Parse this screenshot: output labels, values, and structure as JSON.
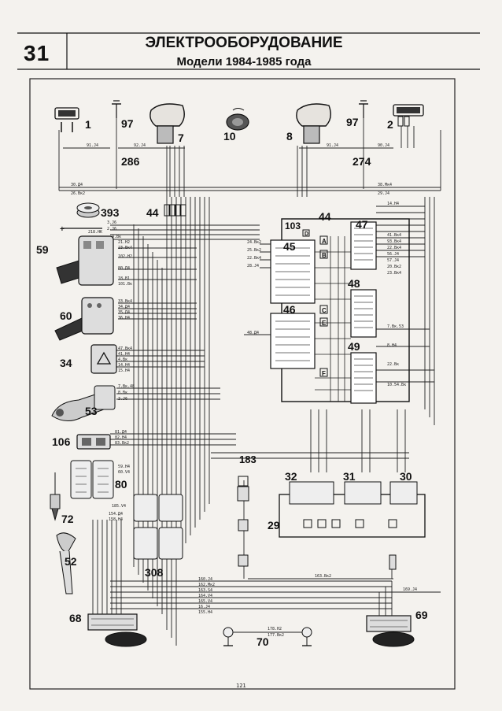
{
  "header": {
    "page_number": "31",
    "title": "ЭЛЕКТРООБОРУДОВАНИЕ",
    "subtitle": "Модели 1984-1985 года"
  },
  "components": {
    "c1": "1",
    "c97a": "97",
    "c7": "7",
    "c10": "10",
    "c8": "8",
    "c97b": "97",
    "c2": "2",
    "c286": "286",
    "c274": "274",
    "c393": "393",
    "c44a": "44",
    "c44b": "44",
    "c103": "103",
    "c47": "47",
    "c45": "45",
    "c59": "59",
    "c48": "48",
    "c46": "46",
    "c60": "60",
    "c49": "49",
    "c34": "34",
    "c53": "53",
    "c106": "106",
    "c183": "183",
    "c32": "32",
    "c31": "31",
    "c30": "30",
    "c80": "80",
    "c29": "29",
    "c72": "72",
    "c52": "52",
    "c308": "308",
    "c68": "68",
    "c69": "69",
    "c70": "70"
  },
  "box_letters": {
    "d": "D",
    "a": "A",
    "b": "B",
    "c": "C",
    "e": "E",
    "f": "F"
  },
  "wire_labels": {
    "w1": "91.J4",
    "w2": "92.J4",
    "w3": "91.J4",
    "w4": "90.J4",
    "w5": "30.Д4",
    "w6": "26.Вк2",
    "w7": "38.Мк4",
    "w8": "29.J4",
    "w9": "3.J6",
    "w10": "2.J6",
    "w11": "218.НК",
    "w12": "4.Вк",
    "w13": "21.Н2",
    "w14": "23.Вк4",
    "w15": "102.Н2",
    "w16": "80.Д4",
    "w17": "18.В1",
    "w18": "101.Вк",
    "w19": "33.Вк4",
    "w20": "34.Д4",
    "w21": "35.Д4",
    "w22": "36.Н4",
    "w23": "47.Вк4",
    "w24": "41.Н4",
    "w25": "4.Вк",
    "w26": "14.Н4",
    "w27": "15.Н4",
    "w28": "7.Вк.48",
    "w29": "8.Вк",
    "w30": "3.J6",
    "w31": "81.Д4",
    "w32": "82.Н4",
    "w33": "83.Вк2",
    "w34": "59.Н4",
    "w35": "60.V4",
    "w36": "185.V4",
    "w37": "154.Д4",
    "w38": "158.Н4",
    "w39": "160.J4",
    "w40": "162.Мк2",
    "w41": "163.S4",
    "w42": "164.V4",
    "w43": "165.V4",
    "w44": "16.J4",
    "w45": "155.Н4",
    "w46": "163.Вк2",
    "w47": "169.J4",
    "w48": "178.Н2",
    "w49": "177.Вк2",
    "w50": "24.Вк2",
    "w51": "25.Вк2",
    "w52": "22.Вк4",
    "w53": "28.J4",
    "w54": "48.Д4",
    "w55": "14.Н4",
    "w56": "41.Вк4",
    "w57": "93.Вк4",
    "w58": "22.Вк4",
    "w59": "56.J4",
    "w60": "57.J4",
    "w61": "20.Вк2",
    "w62": "23.Вк4",
    "w63": "7.Вк.53",
    "w64": "8.Н4",
    "w65": "22.Вк",
    "w66": "10.54.Вк"
  },
  "footer": {
    "mark": "121"
  }
}
